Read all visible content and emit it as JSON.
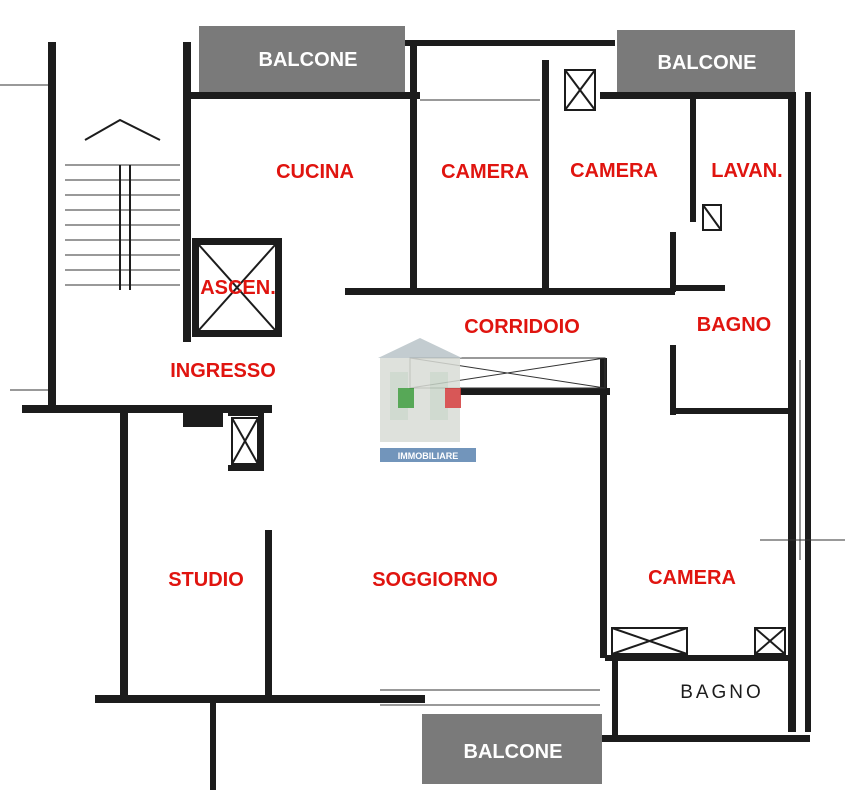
{
  "rooms": {
    "cucina": "CUCINA",
    "camera_1": "CAMERA",
    "camera_2": "CAMERA",
    "lavanderia": "LAVAN.",
    "ascensore": "ASCEN.",
    "corridoio": "CORRIDOIO",
    "bagno": "BAGNO",
    "ingresso": "INGRESSO",
    "studio": "STUDIO",
    "soggiorno": "SOGGIORNO",
    "camera_3": "CAMERA"
  },
  "balconies": {
    "top_left": "BALCONE",
    "top_right": "BALCONE",
    "bottom": "BALCONE"
  },
  "printed_labels": {
    "bagno_small": "BAGNO"
  },
  "watermark": {
    "text": "IMMOBILIARE"
  },
  "colors": {
    "room_label": "#e0140f",
    "balcony_fill": "#7a7a7a",
    "walls": "#1c1c1c"
  }
}
